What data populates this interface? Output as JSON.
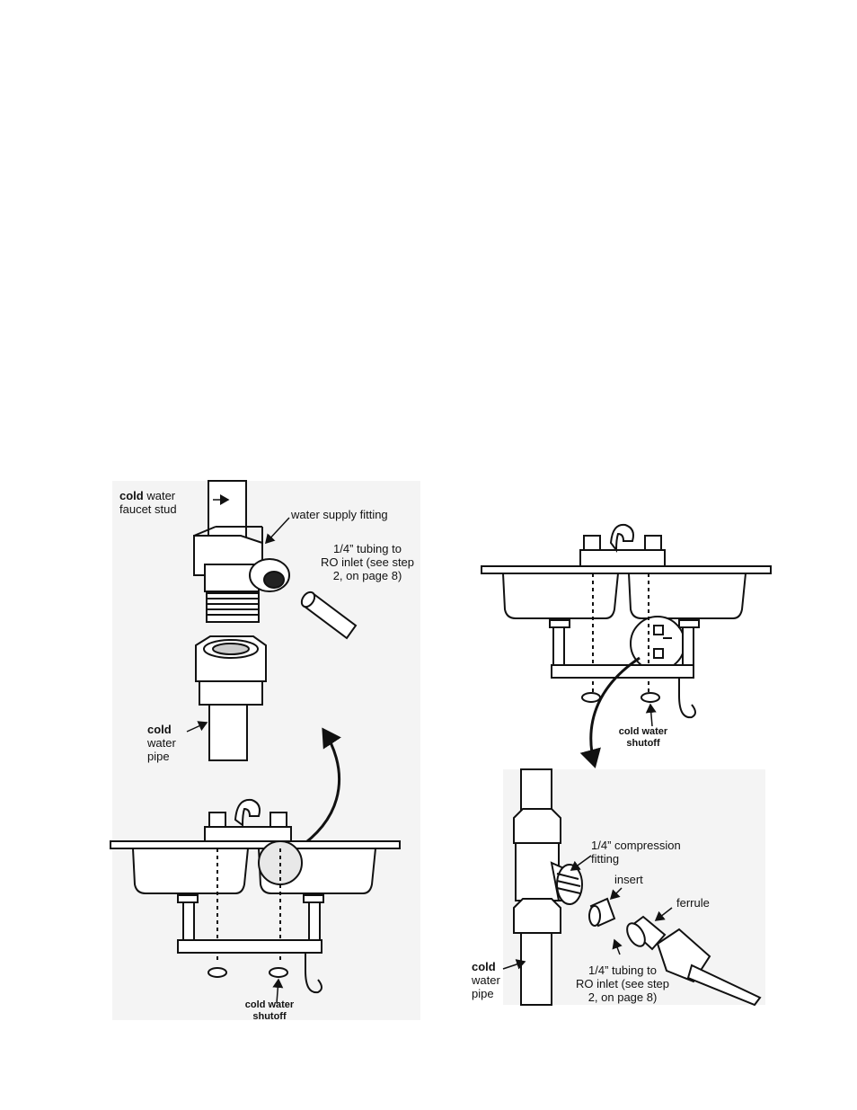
{
  "left_figure": {
    "faucet_stud_label": {
      "bold": "cold",
      "rest": " water",
      "line2": "faucet stud"
    },
    "supply_fitting_label": "water supply fitting",
    "tubing_label": {
      "line1": "1/4”  tubing to",
      "line2": "RO inlet (see step",
      "line3": "2, on page 8)"
    },
    "pipe_label": {
      "bold": "cold",
      "line2": "water",
      "line3": "pipe"
    },
    "shutoff_label": {
      "line1": "cold water",
      "line2": "shutoff"
    }
  },
  "right_figure": {
    "shutoff_label": {
      "line1": "cold water",
      "line2": "shutoff"
    },
    "compression_label": {
      "line1": "1/4” compression",
      "line2": "fitting"
    },
    "insert_label": "insert",
    "ferrule_label": "ferrule",
    "pipe_label": {
      "bold": "cold",
      "line2": "water",
      "line3": "pipe"
    },
    "tubing_label": {
      "line1": "1/4”  tubing to",
      "line2": "RO inlet (see step",
      "line3": "2, on page 8)"
    }
  }
}
